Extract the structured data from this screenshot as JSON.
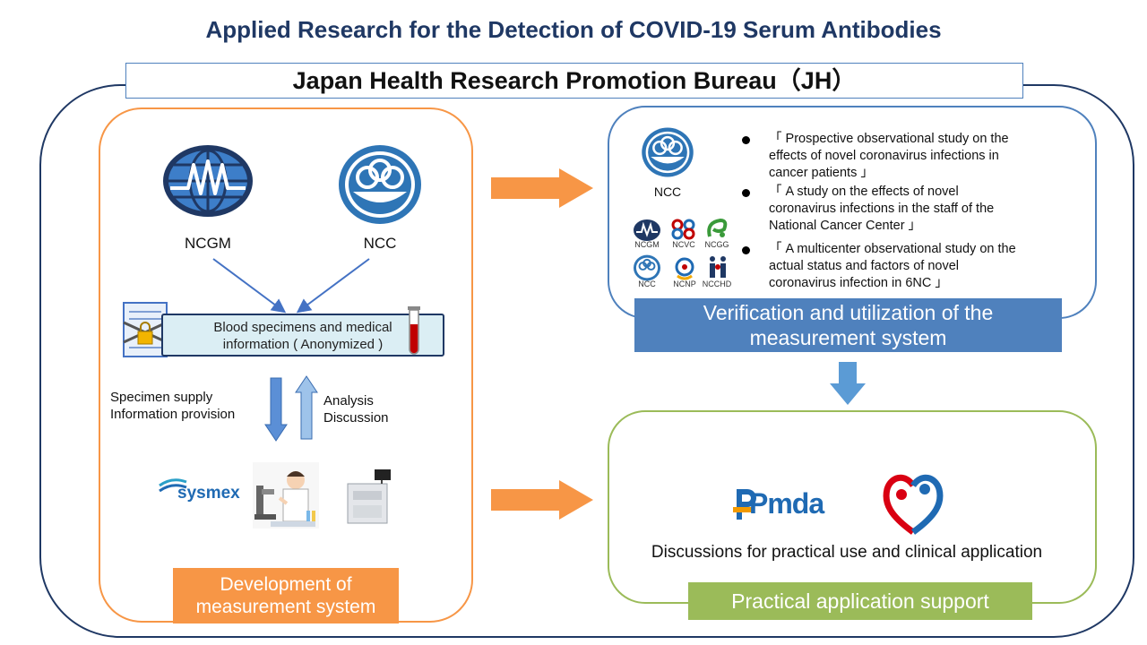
{
  "title": "Applied Research for the Detection of COVID-19 Serum Antibodies",
  "organization": "Japan Health Research Promotion Bureau（JH）",
  "development_panel": {
    "logos": {
      "ncgm": "NCGM",
      "ncc": "NCC"
    },
    "specimen_box": {
      "line1": "Blood specimens and medical",
      "line2": "information ( Anonymized )"
    },
    "flow_left": {
      "line1": "Specimen supply",
      "line2": "Information provision"
    },
    "flow_right": {
      "line1": "Analysis",
      "line2": "Discussion"
    },
    "sysmex_logo": "sysmex",
    "label": {
      "line1": "Development of",
      "line2": "measurement system"
    }
  },
  "verification_panel": {
    "ncc_label": "NCC",
    "small_logos": [
      "NCGM",
      "NCVC",
      "NCGG",
      "NCC",
      "NCNP",
      "NCCHD"
    ],
    "studies": [
      {
        "line1": "「 Prospective observational study on the",
        "line2": "effects of novel coronavirus infections in",
        "line3": "cancer patients 」"
      },
      {
        "line1": "「 A study on the effects of novel",
        "line2": "coronavirus infections in the staff of the",
        "line3": "National Cancer Center 」"
      },
      {
        "line1": "「 A multicenter observational study on the",
        "line2": "actual status and factors of novel",
        "line3": "coronavirus infection in 6NC 」"
      }
    ],
    "label": {
      "line1": "Verification and utilization of the",
      "line2": "measurement system"
    }
  },
  "practical_panel": {
    "pmda_logo": "Pmda",
    "caption": "Discussions for practical use and clinical application",
    "label": "Practical application support"
  },
  "colors": {
    "title": "#1f3864",
    "orange": "#f79646",
    "blue": "#4f81bd",
    "green": "#9bbb59",
    "arrow": "#f79646"
  }
}
